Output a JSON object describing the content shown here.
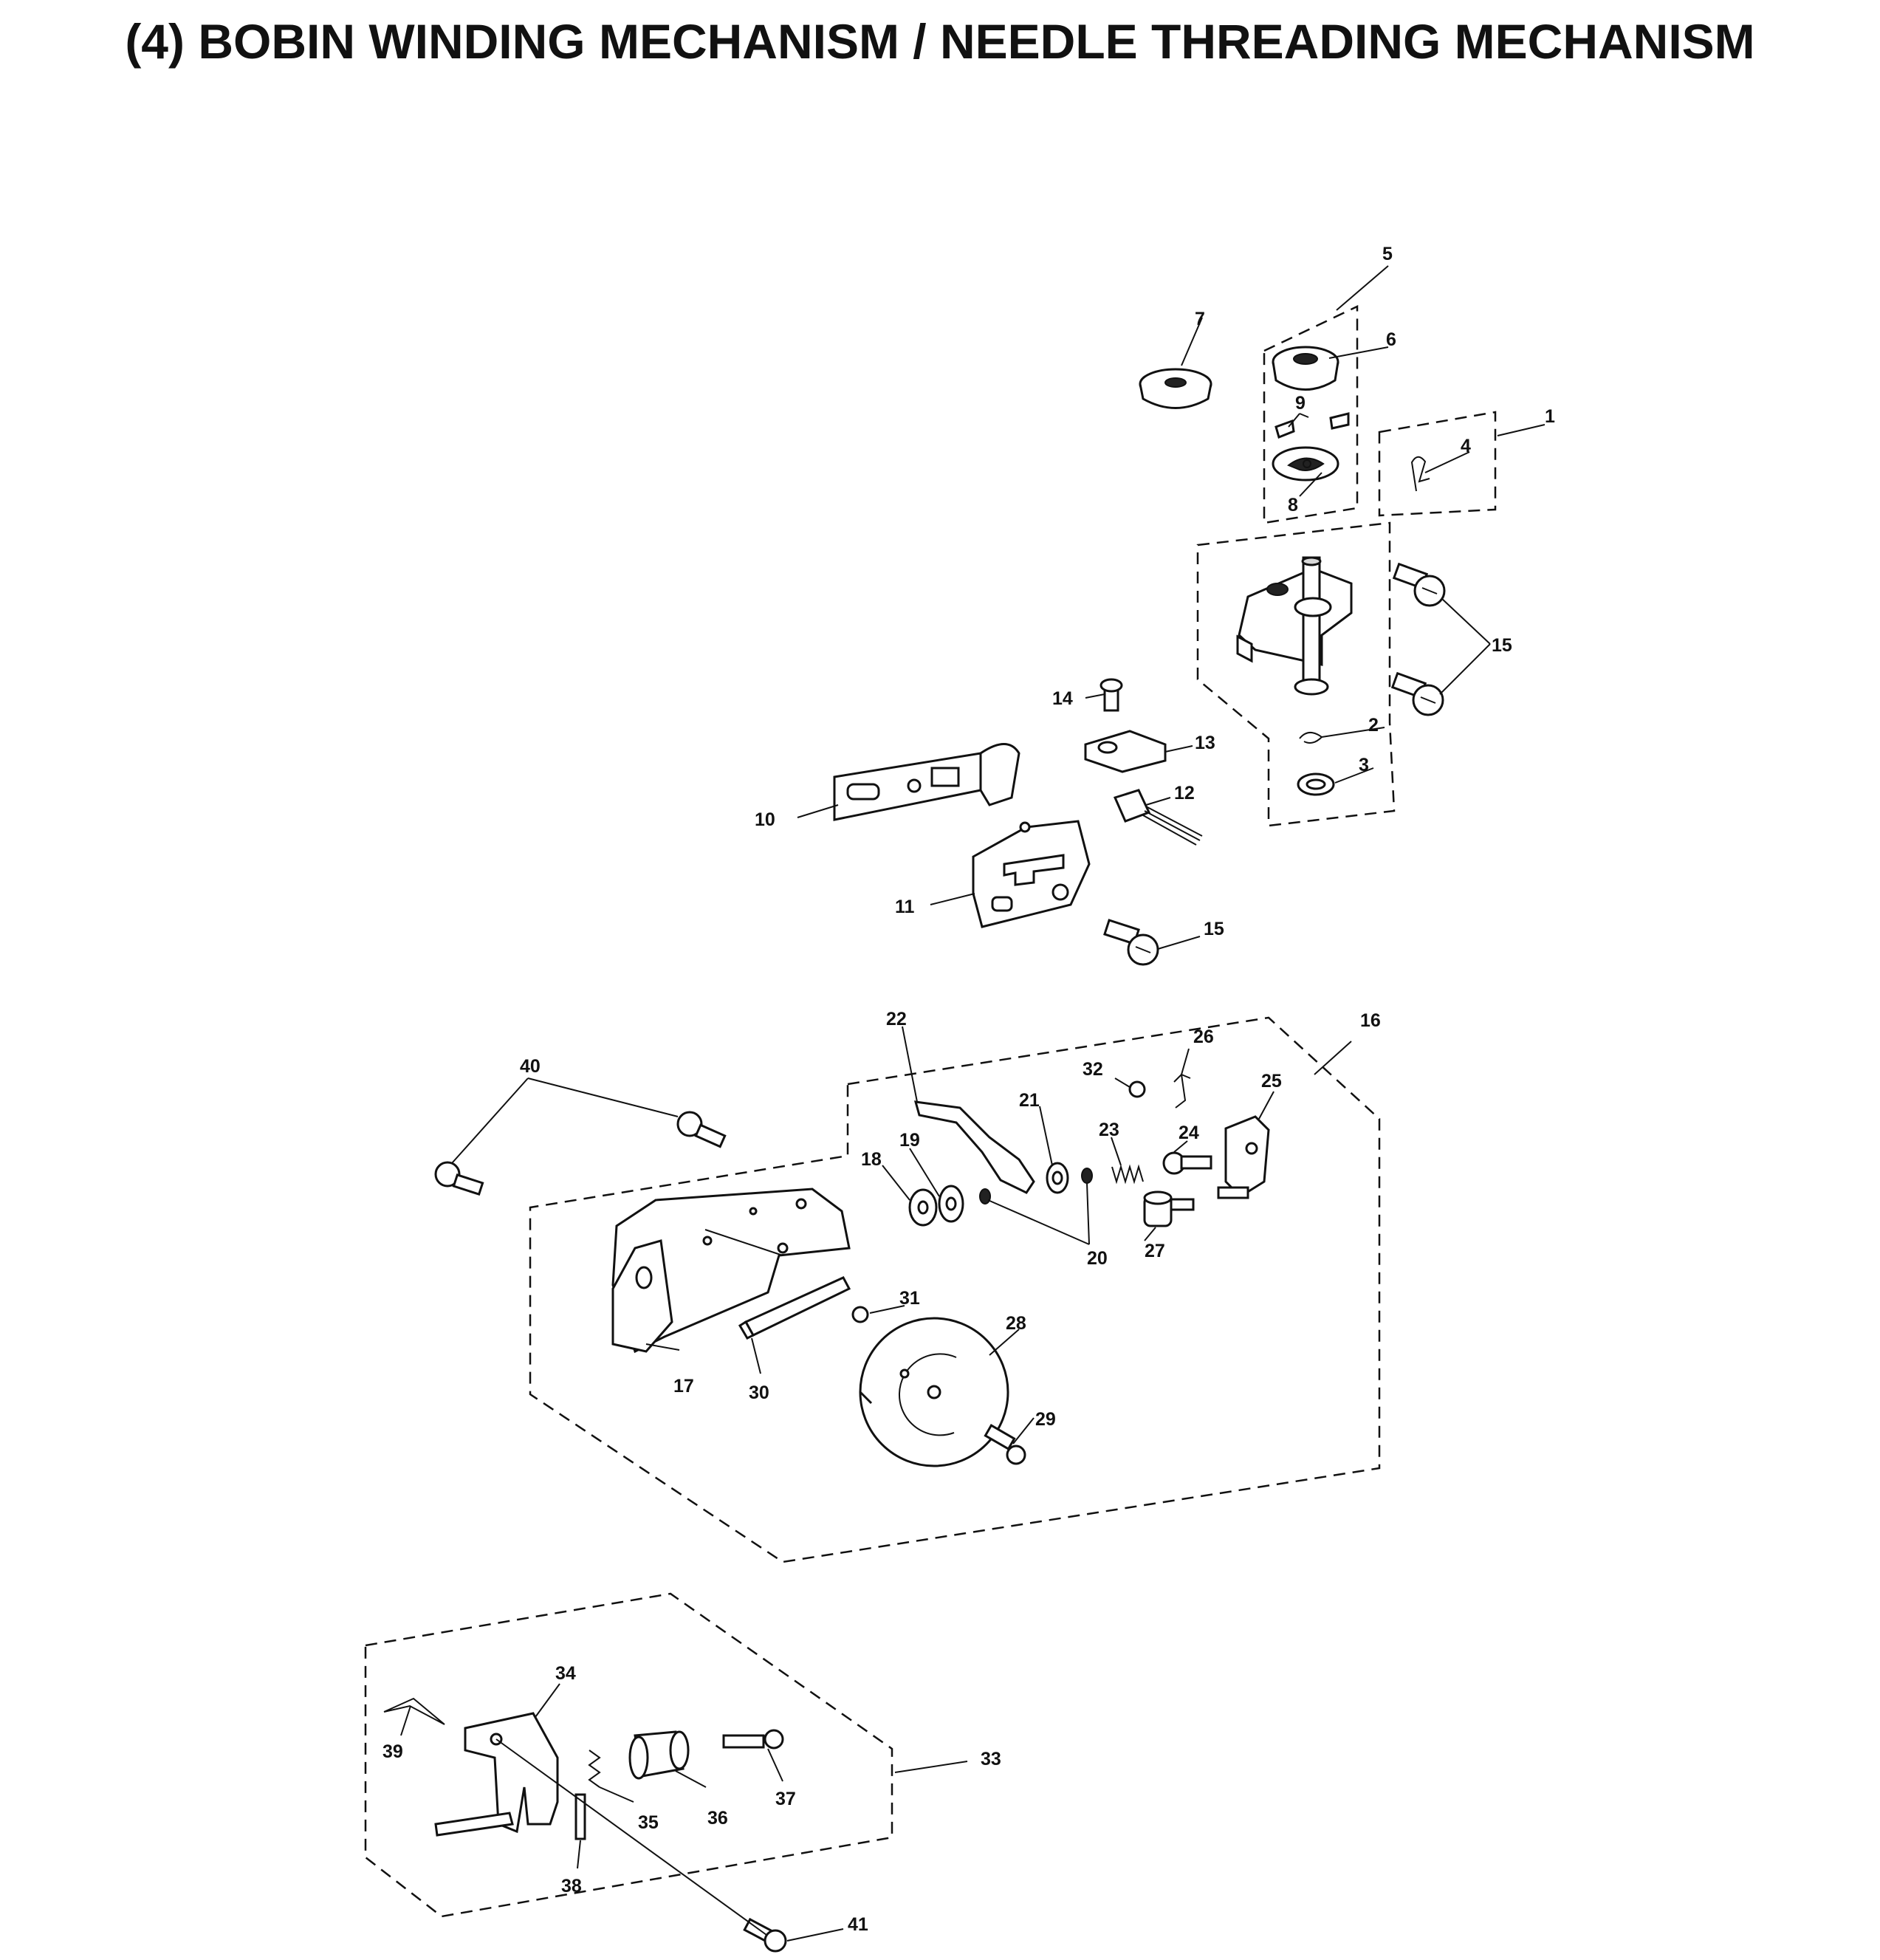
{
  "title": "(4) BOBIN WINDING MECHANISM / NEEDLE THREADING MECHANISM",
  "callouts": {
    "c1": "1",
    "c2": "2",
    "c3": "3",
    "c4": "4",
    "c5": "5",
    "c6": "6",
    "c7": "7",
    "c8": "8",
    "c9": "9",
    "c10": "10",
    "c11": "11",
    "c12": "12",
    "c13": "13",
    "c14": "14",
    "c15a": "15",
    "c15b": "15",
    "c16": "16",
    "c17": "17",
    "c18": "18",
    "c19": "19",
    "c20": "20",
    "c21": "21",
    "c22": "22",
    "c23": "23",
    "c24": "24",
    "c25": "25",
    "c26": "26",
    "c27": "27",
    "c28": "28",
    "c29": "29",
    "c30": "30",
    "c31": "31",
    "c32": "32",
    "c33": "33",
    "c34": "34",
    "c35": "35",
    "c36": "36",
    "c37": "37",
    "c38": "38",
    "c39": "39",
    "c40": "40",
    "c41": "41"
  }
}
